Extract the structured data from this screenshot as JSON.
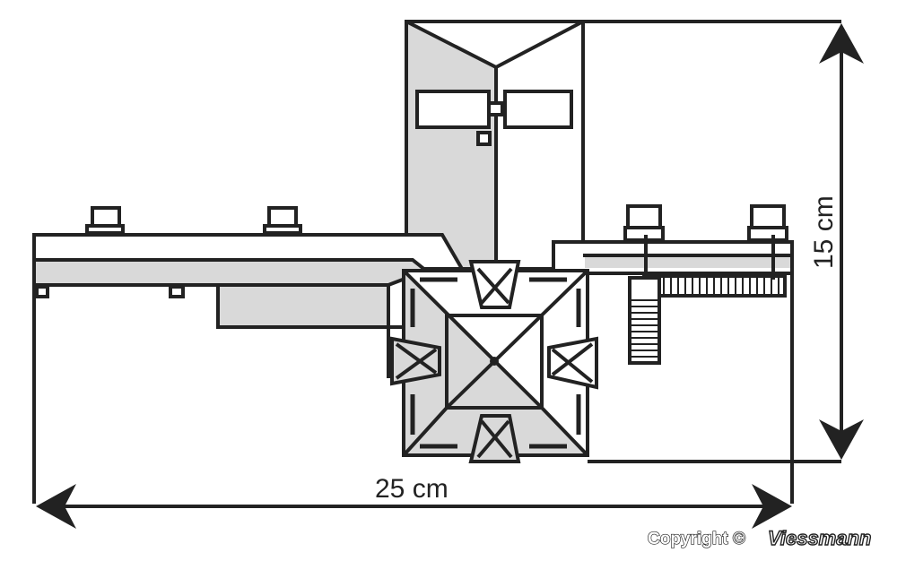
{
  "diagram": {
    "width_label": "25 cm",
    "height_label": "15 cm",
    "copyright_label": "Copyright ©",
    "brand_label": "Viessmann",
    "colors": {
      "line": "#222222",
      "fill": "#d9d9d9"
    }
  }
}
